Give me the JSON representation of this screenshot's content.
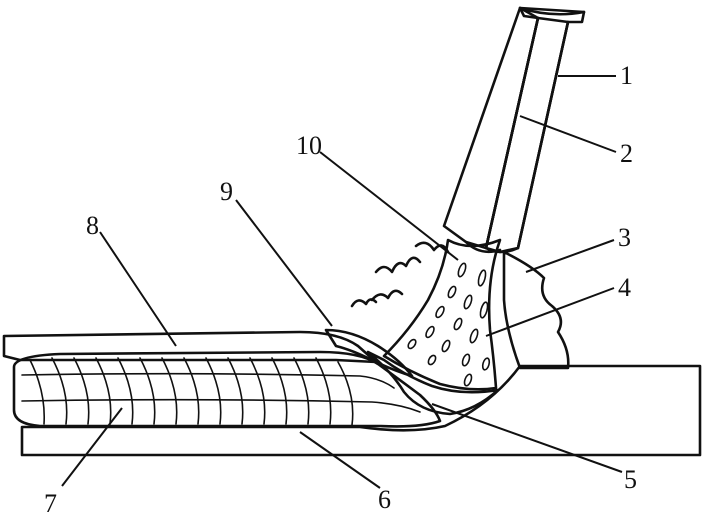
{
  "labels": {
    "1": "1",
    "2": "2",
    "3": "3",
    "4": "4",
    "5": "5",
    "6": "6",
    "7": "7",
    "8": "8",
    "9": "9",
    "10": "10"
  }
}
